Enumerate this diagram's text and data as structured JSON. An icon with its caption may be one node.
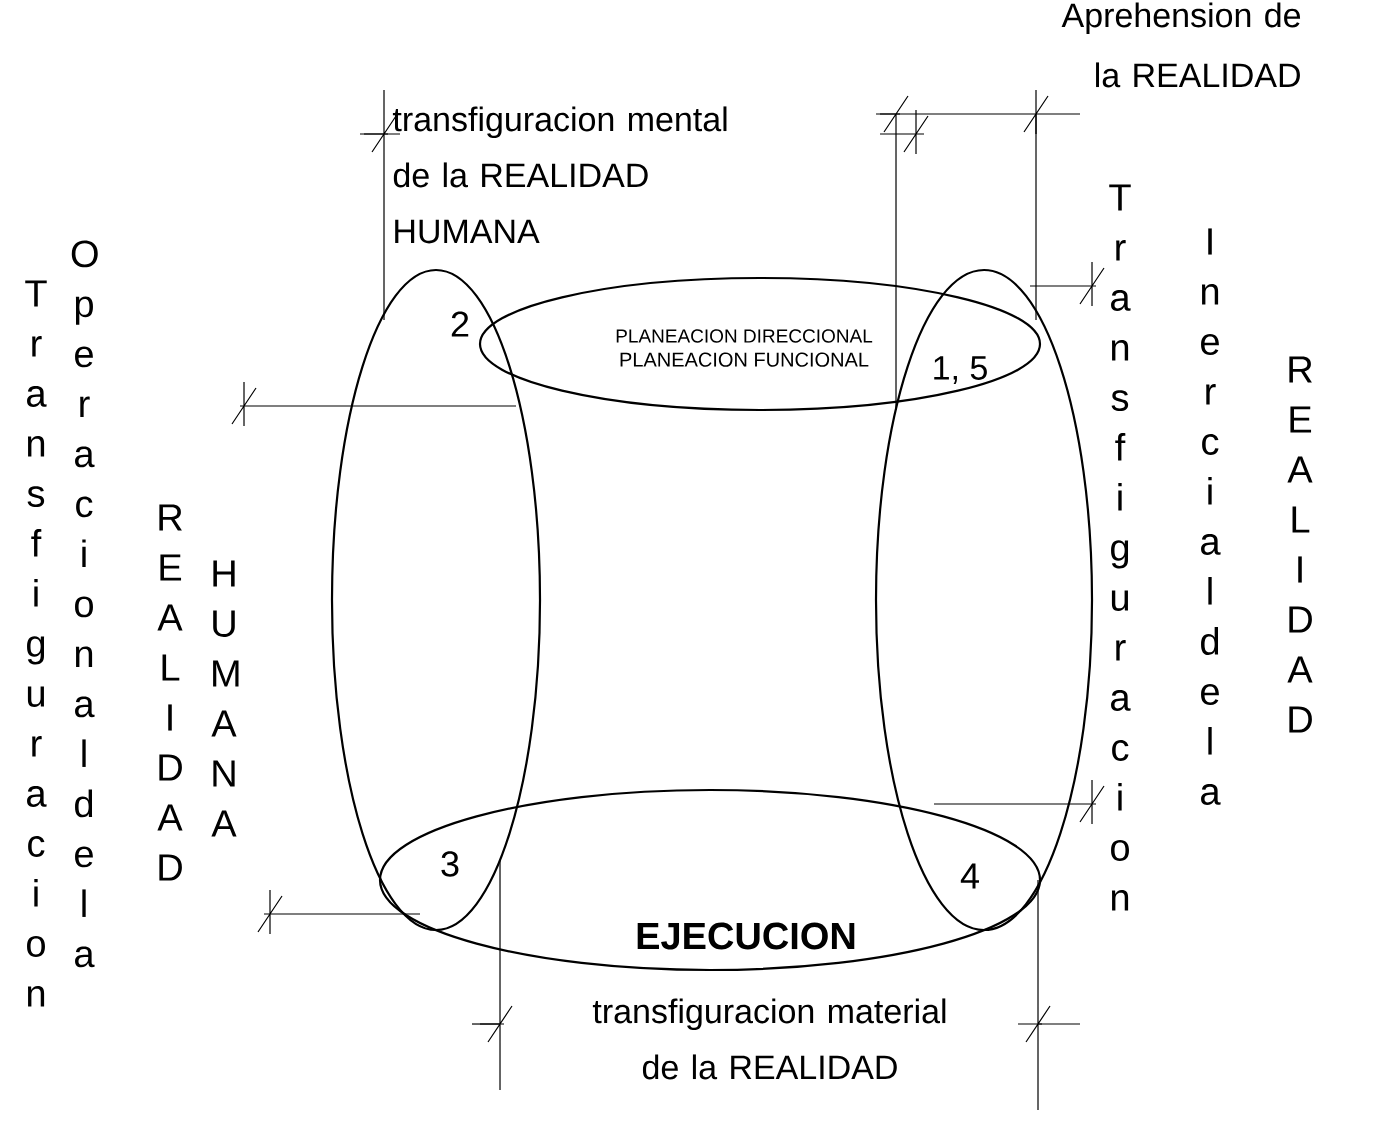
{
  "diagram": {
    "nodes": [
      {
        "text": [
          "PLANEACION DIRECCIONAL",
          "PLANEACION FUNCIONAL"
        ]
      },
      {
        "text": [],
        "shape": "ellipse"
      },
      {
        "text": [],
        "shape": "ellipse"
      },
      {
        "text": [
          "EJECUCION"
        ]
      }
    ],
    "labels": [
      "transfiguracion mental de la REALIDAD HUMANA",
      "Aprehension de la REALIDAD",
      "2",
      "1, 5",
      "Transfiguracion",
      "Operacional de la",
      "REALIDAD",
      "HUMANA",
      "Transfiguracion",
      "Inercial de la",
      "REALIDAD",
      "3",
      "4",
      "transfiguracion material de la REALIDAD"
    ]
  }
}
